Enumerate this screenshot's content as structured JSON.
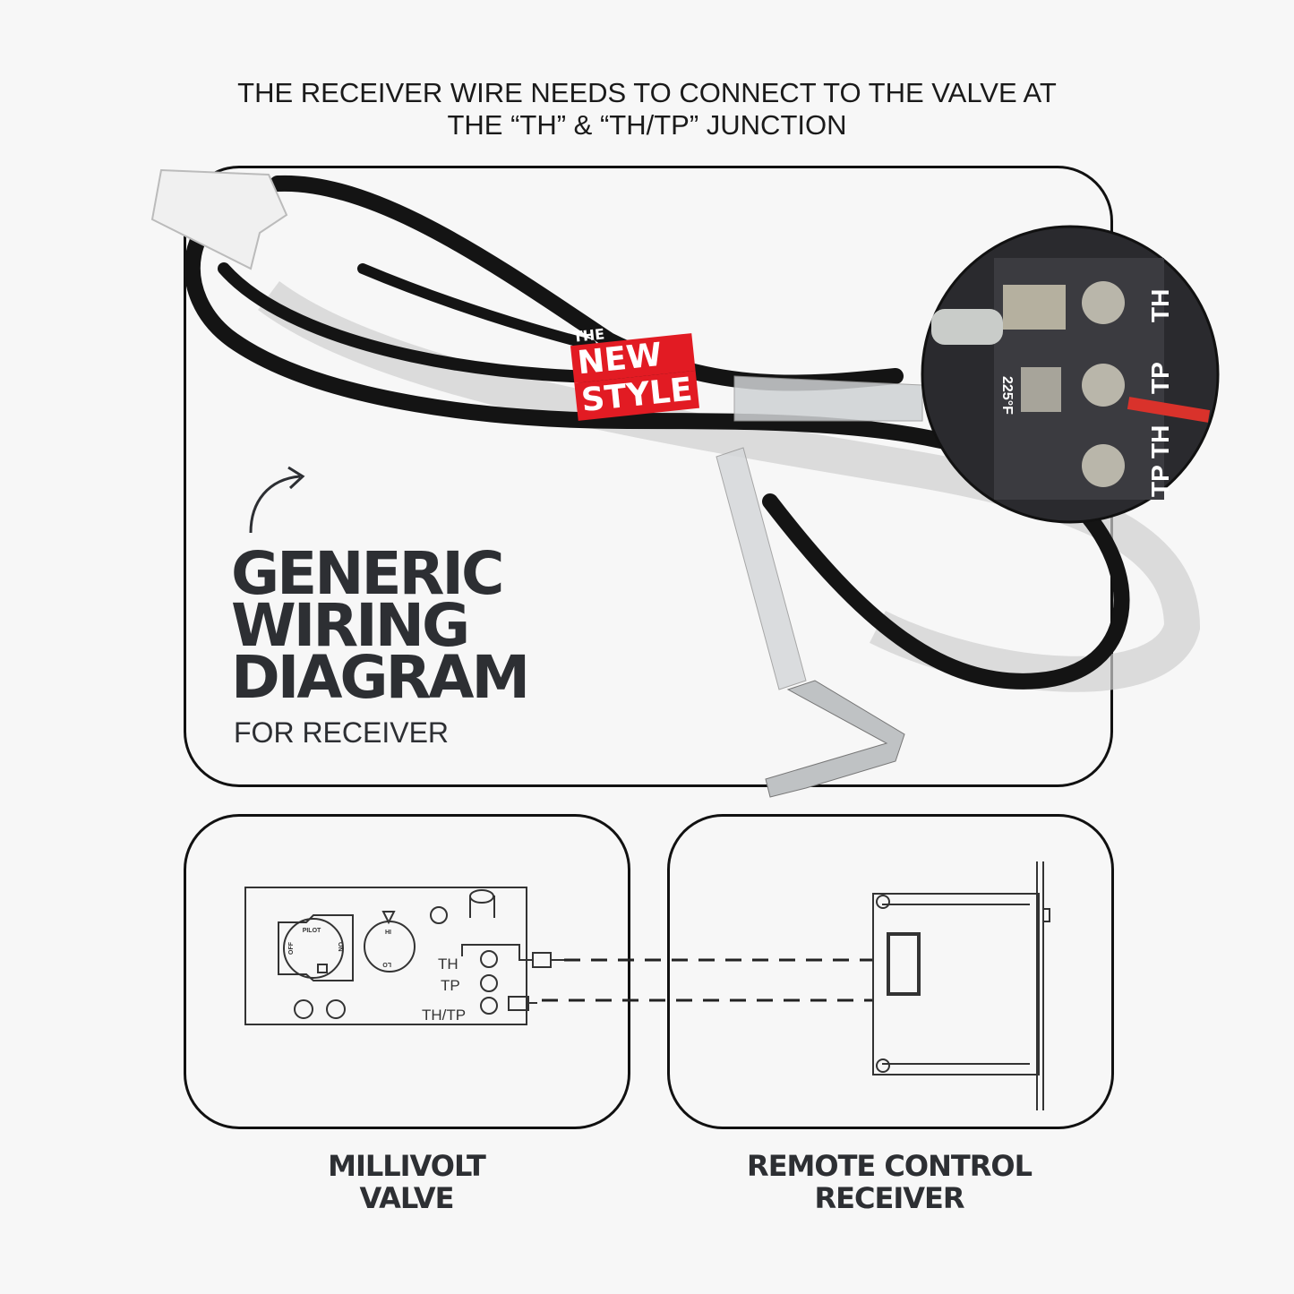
{
  "heading": {
    "line1": "THE RECEIVER WIRE NEEDS TO CONNECT TO THE VALVE AT",
    "line2": "THE “TH” & “TH/TP” JUNCTION"
  },
  "main_title": {
    "line1": "GENERIC",
    "line2": "WIRING",
    "line3": "DIAGRAM",
    "subtitle": "FOR RECEIVER"
  },
  "badge": {
    "small": "THE",
    "line1": "NEW",
    "line2": "STYLE"
  },
  "photo_labels": {
    "top": "TH",
    "middle": "TP",
    "bottom": "TP TH",
    "temp": "225°F"
  },
  "valve_diagram": {
    "pilot": "PILOT",
    "off": "OFF",
    "on": "ON",
    "hi": "HI",
    "lo": "LO",
    "th": "TH",
    "tp": "TP",
    "thtp": "TH/TP"
  },
  "captions": {
    "valve": {
      "line1": "MILLIVOLT",
      "line2": "VALVE"
    },
    "receiver": {
      "line1": "REMOTE CONTROL",
      "line2": "RECEIVER"
    }
  },
  "colors": {
    "background": "#f7f7f7",
    "text": "#2d2f33",
    "badge": "#e21b23"
  }
}
